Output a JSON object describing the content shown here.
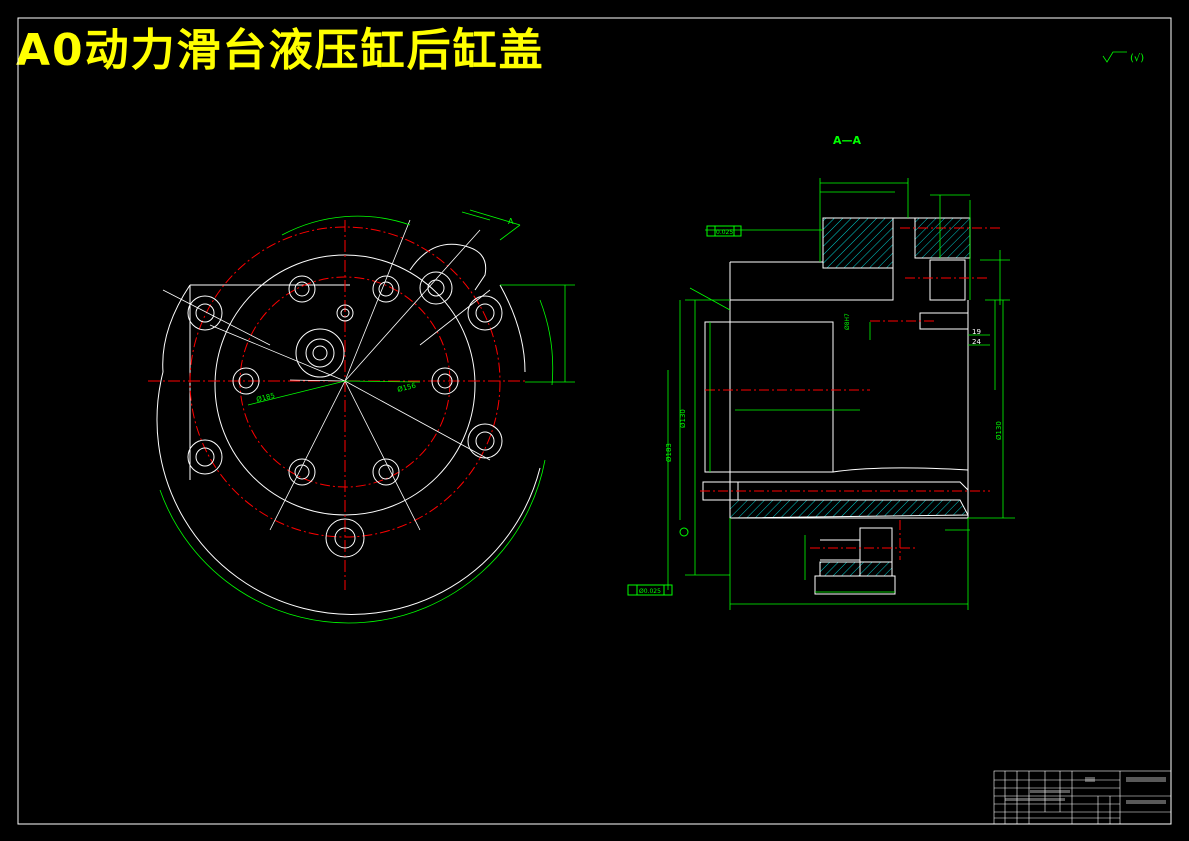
{
  "title": "A0动力滑台液压缸后缸盖",
  "roughness_note": "(√)",
  "section_label": "A—A",
  "view_marker": "A",
  "dimensions": {
    "d185": "Ø185",
    "d156": "Ø156",
    "d183": "Ø183",
    "d130_left": "Ø130",
    "d130_right": "Ø130",
    "d8h7": "Ø8H7",
    "dim_19": "19",
    "dim_24": "24"
  },
  "tolerances": {
    "top": "0.025",
    "bottom": "Ø0.025"
  },
  "colors": {
    "outline": "#ffffff",
    "centerline": "#ff0000",
    "dimension": "#00ff00",
    "hatch": "#00ffff",
    "title": "#ffff00"
  }
}
